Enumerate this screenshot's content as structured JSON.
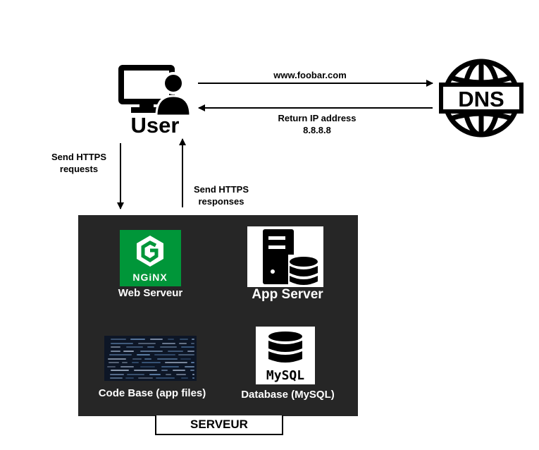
{
  "user": {
    "label": "User"
  },
  "dns": {
    "label": "DNS"
  },
  "request": {
    "domain": "www.foobar.com"
  },
  "response": {
    "line1": "Return IP address",
    "line2": "8.8.8.8"
  },
  "https_requests": {
    "line1": "Send HTTPS",
    "line2": "requests"
  },
  "https_responses": {
    "line1": "Send HTTPS",
    "line2": "responses"
  },
  "server": {
    "tab_label": "SERVEUR",
    "web_server": {
      "label": "Web Serveur",
      "logo_text": "NGiNX"
    },
    "app_server": {
      "label": "App Server"
    },
    "code_base": {
      "label": "Code Base (app files)"
    },
    "database": {
      "label": "Database (MySQL)",
      "logo_text": "MySQL"
    }
  },
  "colors": {
    "server_bg": "#262626",
    "nginx_green": "#009639",
    "code_bg": "#0d1626"
  }
}
